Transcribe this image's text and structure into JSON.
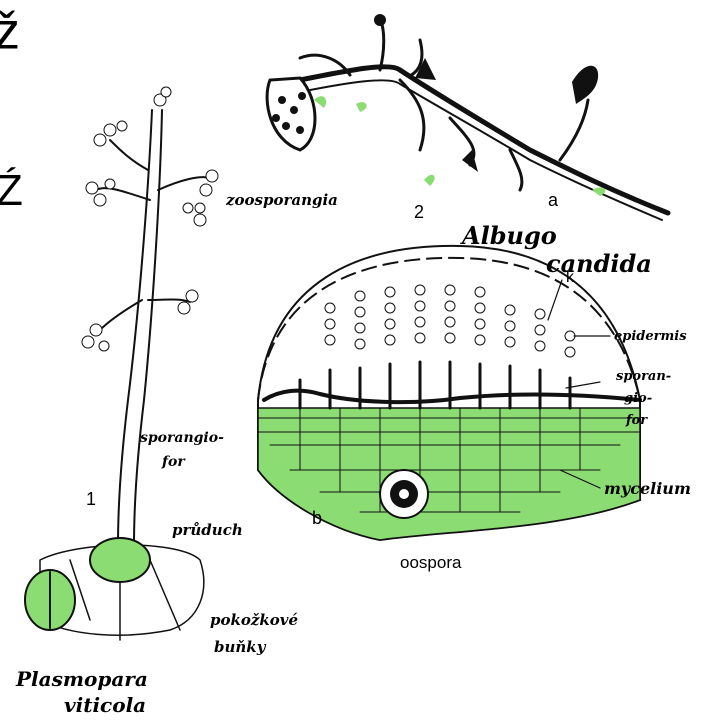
{
  "edge_glyphs": {
    "top_left": "ž",
    "middle_left": "Ź"
  },
  "figure_numbers": {
    "plasmopara": "1",
    "albugo": "2"
  },
  "part_letters": {
    "a": "a",
    "b": "b",
    "k": "k"
  },
  "labels": {
    "zoosporangia": "zoosporangia",
    "sporangiofor_1": "sporangio-",
    "sporangiofor_2": "for",
    "pruduch": "průduch",
    "pokozkove_1": "pokožkové",
    "pokozkove_2": "buňky",
    "plasmopara_1": "Plasmopara",
    "plasmopara_2": "viticola",
    "albugo_1": "Albugo",
    "albugo_2": "candida",
    "epidermis": "epidermis",
    "sporangioforr_1": "sporan-",
    "sporangioforr_2": "gio-",
    "sporangioforr_3": "for",
    "mycelium": "mycelium",
    "oospora": "oospora"
  },
  "colors": {
    "tissue_green": "#8cdc74",
    "ink": "#111111",
    "paper": "#ffffff"
  }
}
